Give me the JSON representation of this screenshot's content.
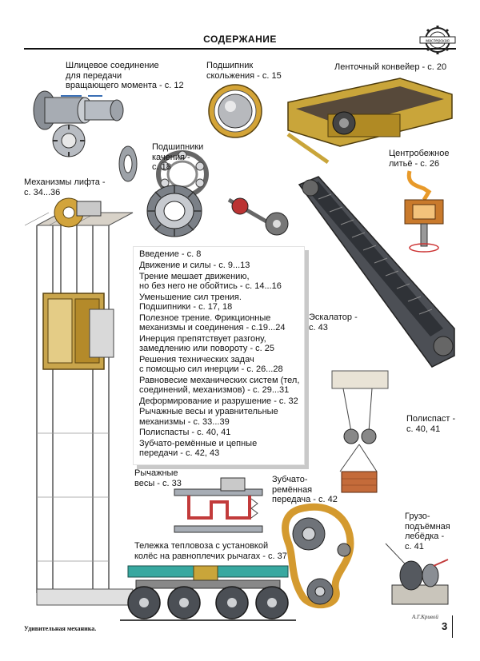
{
  "header": {
    "title": "СОДЕРЖАНИЕ",
    "logo_text": "мастерская"
  },
  "labels": {
    "spline": [
      "Шлицевое соединение",
      "для передачи",
      "вращающего момента - с. 12"
    ],
    "plain_bearing": [
      "Подшипник",
      "скольжения - с. 15"
    ],
    "conveyor": [
      "Ленточный конвейер - с. 20"
    ],
    "rolling_bearing": [
      "Подшипники",
      "качения -",
      "с. 18"
    ],
    "centrifugal": [
      "Центробежное",
      "литьё - с. 26"
    ],
    "elevator": [
      "Механизмы лифта -",
      "с. 34...36"
    ],
    "escalator": [
      "Эскалатор -",
      "с. 43"
    ],
    "pulley_block": [
      "Полиспаст -",
      "с. 40, 41"
    ],
    "lever_scales": [
      "Рычажные",
      "весы - с. 33"
    ],
    "belt_drive": [
      "Зубчато-",
      "ремённая",
      "передача - с. 42"
    ],
    "winch": [
      "Грузо-",
      "подъёмная",
      "лебёдка -",
      "с. 41"
    ],
    "bogie": [
      "Тележка тепловоза с установкой",
      "колёс на равноплечих рычагах - с. 37"
    ]
  },
  "toc": [
    [
      "Введение - с. 8"
    ],
    [
      "Движение и силы - с. 9...13"
    ],
    [
      "Трение мешает движению,",
      "но без него не обойтись - с. 14...16"
    ],
    [
      "Уменьшение сил трения.",
      "Подшипники - с. 17, 18"
    ],
    [
      "Полезное трение. Фрикционные",
      "механизмы и соединения - с.19...24"
    ],
    [
      "Инерция препятствует разгону,",
      "замедлению или повороту - с. 25"
    ],
    [
      "Решения технических задач",
      "с помощью сил инерции - с. 26...28"
    ],
    [
      "Равновесие механических систем (тел,",
      "соединений, механизмов) - с. 29...31"
    ],
    [
      "Деформирование и разрушение - с. 32"
    ],
    [
      "Рычажные весы и уравнительные",
      "механизмы - с. 33...39"
    ],
    [
      "Полиспасты - с. 40, 41"
    ],
    [
      "Зубчато-ремённые и цепные",
      "передачи - с. 42, 43"
    ]
  ],
  "footer": {
    "left": "Удивительная механика.",
    "signature": "А.Г.Кривой",
    "page_number": "3"
  }
}
